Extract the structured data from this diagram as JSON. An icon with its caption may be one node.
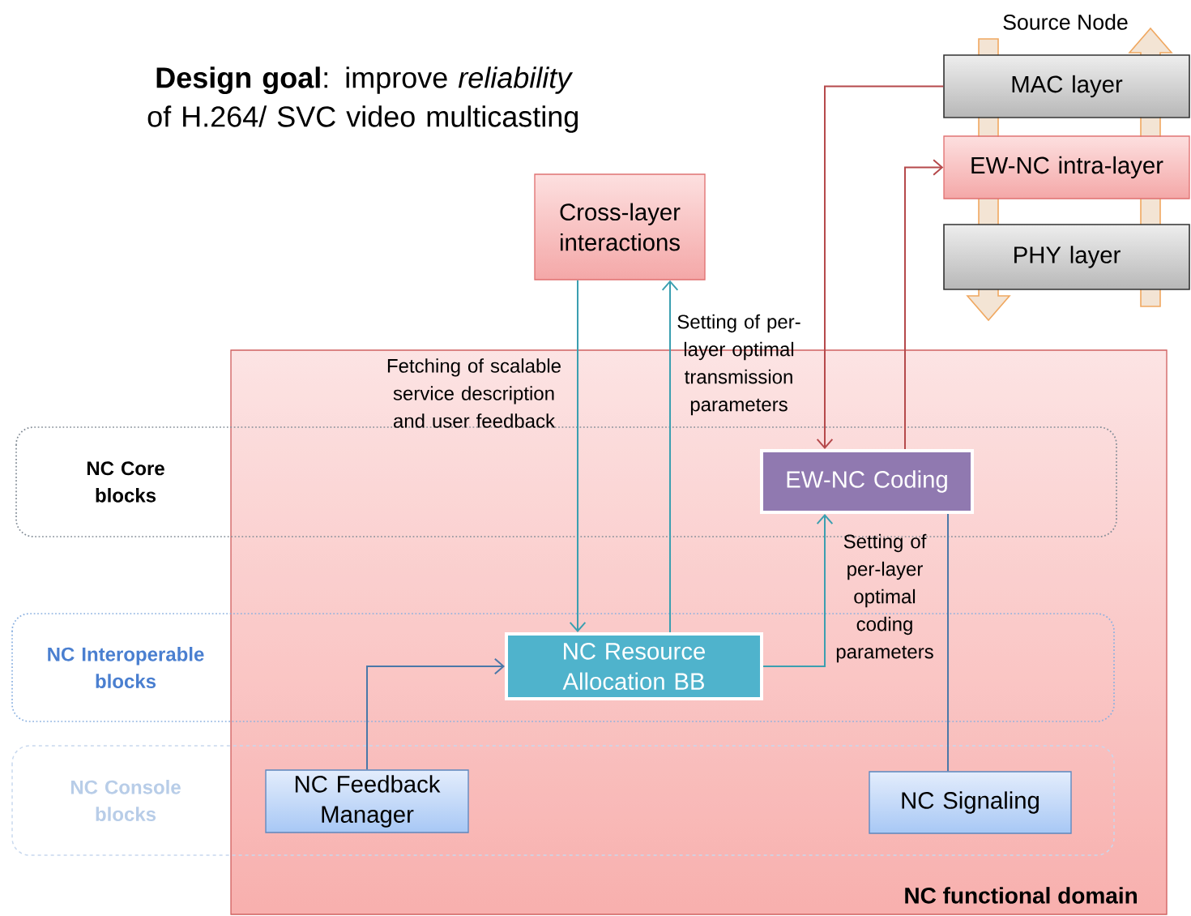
{
  "diagram": {
    "title": "**Design goal**: improve *reliability* of H.264/ SVC video multicasting",
    "nodes": [
      {
        "text": [
          "NC functional domain"
        ]
      },
      {
        "text": [
          "MAC layer"
        ]
      },
      {
        "text": [
          "EW-NC intra-layer"
        ]
      },
      {
        "text": [
          "PHY layer"
        ]
      },
      {
        "text": [
          "Cross-layer interactions"
        ]
      },
      {
        "text": [
          "EW-NC Coding"
        ],
        "in": 0
      },
      {
        "text": [
          "NC Resource Allocation BB"
        ],
        "in": 0
      },
      {
        "text": [
          "NC Feedback Manager"
        ],
        "in": 0
      },
      {
        "text": [
          "NC Signaling"
        ],
        "in": 0
      }
    ],
    "edges": [
      {
        "from": 4,
        "to": 6,
        "arrow": "to",
        "label": "Fetching of scalable service description and user feedback"
      },
      {
        "from": 6,
        "to": 4,
        "arrow": "to",
        "label": "Setting of per-layer optimal transmission parameters"
      },
      {
        "from": 1,
        "to": 5,
        "arrow": "to",
        "color": "#b5494b"
      },
      {
        "from": 5,
        "to": 2,
        "arrow": "to",
        "color": "#b5494b"
      },
      {
        "from": 6,
        "to": 5,
        "arrow": "to",
        "label": "Setting of per-layer optimal coding parameters"
      },
      {
        "from": 7,
        "to": 6,
        "arrow": "to",
        "color": "#4a78a8"
      },
      {
        "from": 8,
        "to": 5,
        "arrow": "none",
        "color": "#4a78a8"
      }
    ],
    "labels": [
      "Source Node",
      "NC Core blocks",
      "NC Interoperable blocks",
      "NC Console blocks"
    ]
  }
}
